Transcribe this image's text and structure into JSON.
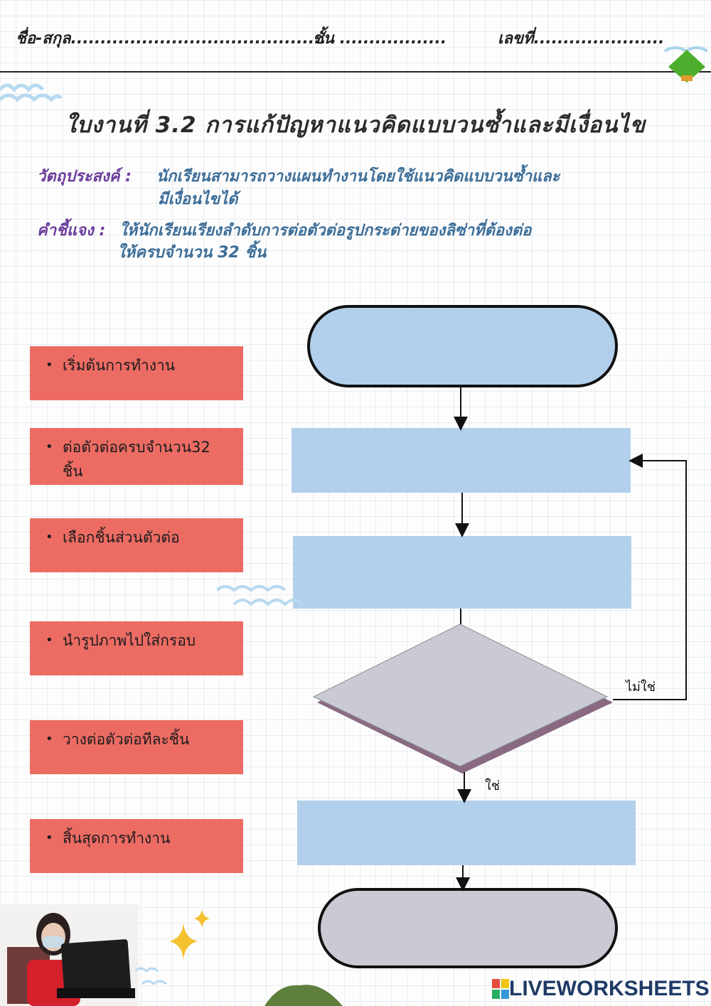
{
  "header": {
    "name_label": "ชื่อ-สกุล...........................................",
    "class_label": "ชั้น ..................",
    "number_label": "เลขที่......................"
  },
  "title": "ใบงานที่ 3.2 การแก้ปัญหาแนวคิดแบบวนซ้ำและมีเงื่อนไข",
  "objective": {
    "label": "วัตถุประสงค์ :",
    "line1": "นักเรียนสามารถวางแผนทำงานโดยใช้แนวคิดแบบวนซ้ำและ",
    "line2": "มีเงื่อนไขได้"
  },
  "instruction": {
    "label": "คำชี้แจง :",
    "line1": "ให้นักเรียนเรียงลำดับการต่อตัวต่อรูปกระต่ายของลิซ่าที่ต้องต่อ",
    "line2": "ให้ครบจำนวน 32 ชิ้น"
  },
  "options": [
    {
      "text": "เริ่มต้นการทำงาน"
    },
    {
      "text": "ต่อตัวต่อครบจำนวน32 ชิ้น"
    },
    {
      "text": "เลือกชิ้นส่วนตัวต่อ"
    },
    {
      "text": "นำรูปภาพไปใส่กรอบ"
    },
    {
      "text": "วางต่อตัวต่อทีละชิ้น"
    },
    {
      "text": "สิ้นสุดการทำงาน"
    }
  ],
  "bullet": "•",
  "flowchart": {
    "no_label": "ไม่ใช่",
    "yes_label": "ใช่"
  },
  "brand": {
    "logo_text": "LIVEWORKSHEETS",
    "mark": "LIVE"
  },
  "colors": {
    "card": "#ec6c64",
    "dropbox": "#b2d0ec",
    "diamond": "#c9cad3",
    "title_purple": "#6b3c9b",
    "text_blue": "#3d6e98"
  }
}
